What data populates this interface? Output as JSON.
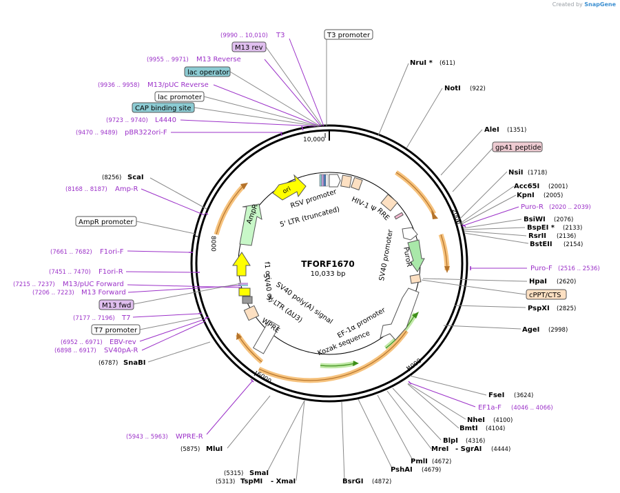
{
  "credit": {
    "prefix": "Created by",
    "brand": "SnapGene"
  },
  "plasmid": {
    "name": "TFORF1670",
    "length_label": "10,033 bp"
  },
  "ticks": [
    "2000",
    "4000",
    "6000",
    "8000",
    "10,000"
  ],
  "left_labels": [
    {
      "pos": "(9990 .. 10,010)",
      "name": "T3",
      "kind": "primer"
    },
    {
      "pos": "",
      "name": "M13 rev",
      "kind": "primer-box"
    },
    {
      "pos": "(9955 .. 9971)",
      "name": "M13 Reverse",
      "kind": "primer"
    },
    {
      "pos": "",
      "name": "lac operator",
      "kind": "teal-box"
    },
    {
      "pos": "(9936 .. 9958)",
      "name": "M13/pUC Reverse",
      "kind": "primer"
    },
    {
      "pos": "",
      "name": "lac promoter",
      "kind": "white-box"
    },
    {
      "pos": "",
      "name": "CAP binding site",
      "kind": "teal-box"
    },
    {
      "pos": "(9723 .. 9740)",
      "name": "L4440",
      "kind": "primer"
    },
    {
      "pos": "(9470 .. 9489)",
      "name": "pBR322ori-F",
      "kind": "primer"
    },
    {
      "pos": "(8256)",
      "name": "ScaI",
      "kind": "enzyme"
    },
    {
      "pos": "(8168 .. 8187)",
      "name": "Amp-R",
      "kind": "primer"
    },
    {
      "pos": "",
      "name": "AmpR promoter",
      "kind": "white-box"
    },
    {
      "pos": "(7661 .. 7682)",
      "name": "F1ori-F",
      "kind": "primer"
    },
    {
      "pos": "(7451 .. 7470)",
      "name": "F1ori-R",
      "kind": "primer"
    },
    {
      "pos": "(7215 .. 7237)",
      "name": "M13/pUC Forward",
      "kind": "primer"
    },
    {
      "pos": "(7206 .. 7223)",
      "name": "M13 Forward",
      "kind": "primer"
    },
    {
      "pos": "",
      "name": "M13 fwd",
      "kind": "primer-box"
    },
    {
      "pos": "(7177 .. 7196)",
      "name": "T7",
      "kind": "primer"
    },
    {
      "pos": "",
      "name": "T7 promoter",
      "kind": "white-box"
    },
    {
      "pos": "(6952 .. 6971)",
      "name": "EBV-rev",
      "kind": "primer"
    },
    {
      "pos": "(6898 .. 6917)",
      "name": "SV40pA-R",
      "kind": "primer"
    },
    {
      "pos": "(6787)",
      "name": "SnaBI",
      "kind": "enzyme"
    },
    {
      "pos": "(5943 .. 5963)",
      "name": "WPRE-R",
      "kind": "primer"
    },
    {
      "pos": "(5875)",
      "name": "MluI",
      "kind": "enzyme"
    }
  ],
  "right_labels": [
    {
      "name": "T3 promoter",
      "pos": "",
      "kind": "white-box"
    },
    {
      "name": "NruI *",
      "pos": "(611)",
      "kind": "enzyme"
    },
    {
      "name": "NotI",
      "pos": "(922)",
      "kind": "enzyme"
    },
    {
      "name": "AleI",
      "pos": "(1351)",
      "kind": "enzyme"
    },
    {
      "name": "gp41 peptide",
      "pos": "",
      "kind": "pink-box"
    },
    {
      "name": "NsiI",
      "pos": "(1718)",
      "kind": "enzyme"
    },
    {
      "name": "Acc65I",
      "pos": "(2001)",
      "kind": "enzyme"
    },
    {
      "name": "KpnI",
      "pos": "(2005)",
      "kind": "enzyme"
    },
    {
      "name": "Puro-R",
      "pos": "(2020 .. 2039)",
      "kind": "primer"
    },
    {
      "name": "BsiWI",
      "pos": "(2076)",
      "kind": "enzyme"
    },
    {
      "name": "BspEI *",
      "pos": "(2133)",
      "kind": "enzyme"
    },
    {
      "name": "RsrII",
      "pos": "(2136)",
      "kind": "enzyme"
    },
    {
      "name": "BstEII",
      "pos": "(2154)",
      "kind": "enzyme"
    },
    {
      "name": "Puro-F",
      "pos": "(2516 .. 2536)",
      "kind": "primer"
    },
    {
      "name": "HpaI",
      "pos": "(2620)",
      "kind": "enzyme"
    },
    {
      "name": "cPPT/CTS",
      "pos": "",
      "kind": "peach-box"
    },
    {
      "name": "PspXI",
      "pos": "(2825)",
      "kind": "enzyme"
    },
    {
      "name": "AgeI",
      "pos": "(2998)",
      "kind": "enzyme"
    },
    {
      "name": "FseI",
      "pos": "(3624)",
      "kind": "enzyme"
    },
    {
      "name": "EF1a-F",
      "pos": "(4046 .. 4066)",
      "kind": "primer"
    },
    {
      "name": "NheI",
      "pos": "(4100)",
      "kind": "enzyme"
    },
    {
      "name": "BmtI",
      "pos": "(4104)",
      "kind": "enzyme"
    },
    {
      "name": "BlpI",
      "pos": "(4316)",
      "kind": "enzyme"
    },
    {
      "name": "MreI",
      "pos": "",
      "kind": "enzyme"
    },
    {
      "name": "- SgrAI",
      "pos": "(4444)",
      "kind": "enzyme"
    },
    {
      "name": "PmlI",
      "pos": "(4672)",
      "kind": "enzyme"
    },
    {
      "name": "PshAI",
      "pos": "(4679)",
      "kind": "enzyme"
    },
    {
      "name": "BsrGI",
      "pos": "(4872)",
      "kind": "enzyme"
    }
  ],
  "bottom_labels": [
    {
      "pos": "(5315)",
      "name": "SmaI",
      "kind": "enzyme"
    },
    {
      "pos": "(5313)",
      "name": "TspMI",
      "kind": "enzyme"
    },
    {
      "pos": "",
      "name": "- XmaI",
      "kind": "enzyme"
    }
  ],
  "features": [
    {
      "name": "RSV promoter",
      "kind": "inner-label"
    },
    {
      "name": "5' LTR (truncated)",
      "kind": "inner-label"
    },
    {
      "name": "HIV-1 Ψ",
      "kind": "inner-label"
    },
    {
      "name": "RRE",
      "kind": "inner-label"
    },
    {
      "name": "PuroR",
      "kind": "inner-label"
    },
    {
      "name": "SV40 promoter",
      "kind": "inner-label"
    },
    {
      "name": "EF-1α promoter",
      "kind": "inner-label"
    },
    {
      "name": "Kozak sequence",
      "kind": "inner-label"
    },
    {
      "name": "WPRE",
      "kind": "inner-label"
    },
    {
      "name": "3' LTR (ΔU3)",
      "kind": "inner-label"
    },
    {
      "name": "SV40 poly(A) signal",
      "kind": "inner-label"
    },
    {
      "name": "SV40 ori",
      "kind": "inner-label"
    },
    {
      "name": "f1 ori",
      "kind": "inner-label"
    },
    {
      "name": "AmpR",
      "kind": "inner-label"
    },
    {
      "name": "ori",
      "kind": "inner-label"
    }
  ],
  "colors": {
    "primer": "#9b30c8",
    "enzyme": "#000000",
    "ring": "#000000",
    "orf_orange": "#f0a030",
    "orf_green": "#7fd27f",
    "ori_yellow": "#ffff00",
    "peach": "#fde0c2",
    "teal_box": "#8ccbd3",
    "pink_box": "#eecbd2",
    "lilac_box": "#e0bfef"
  }
}
